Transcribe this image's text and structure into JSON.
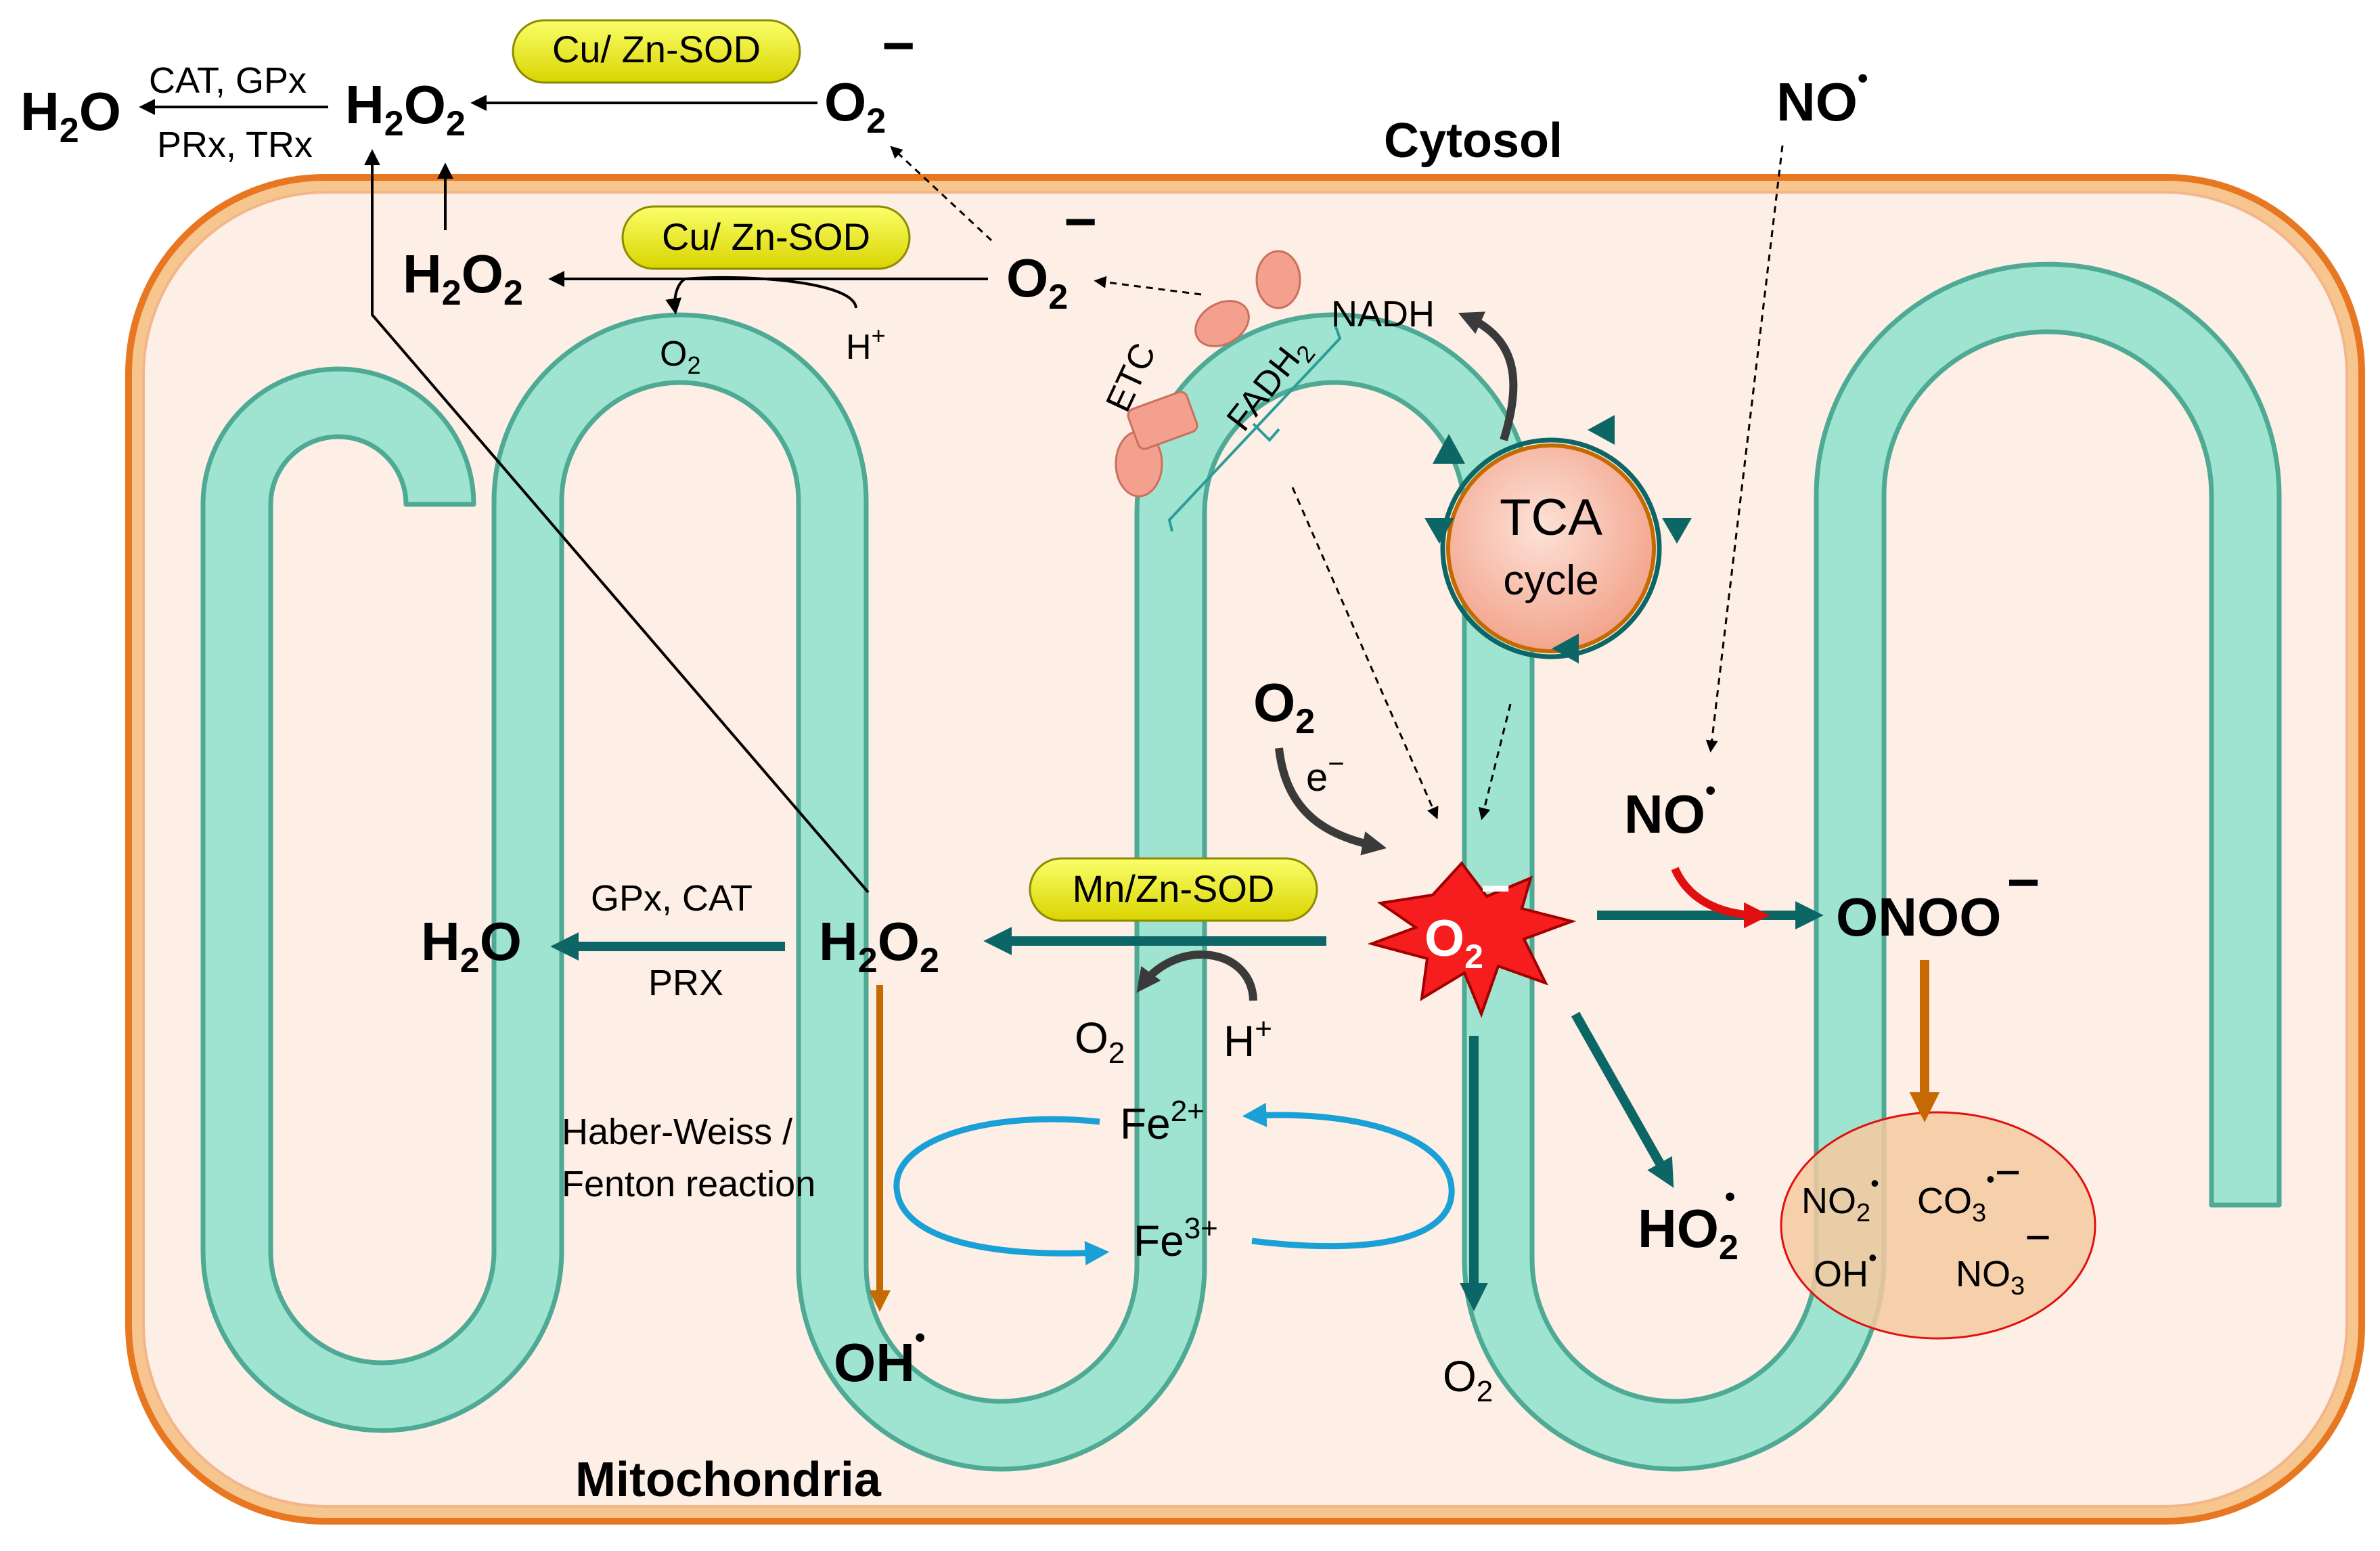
{
  "labels": {
    "cytosol": "Cytosol",
    "mitochondria": "Mitochondria",
    "etc": "ETC",
    "nadh": "NADH",
    "fadh2_base": "FADH",
    "fadh2_sub": "2",
    "tca_line1": "TCA",
    "tca_line2": "cycle",
    "haber_line1": "Haber-Weiss /",
    "haber_line2": "Fenton reaction"
  },
  "enzymes": {
    "cu_zn_sod_top": "Cu/ Zn-SOD",
    "cu_zn_sod_mid": "Cu/ Zn-SOD",
    "mn_zn_sod": "Mn/Zn-SOD",
    "cat_gpx": "CAT, GPx",
    "prx_trx": "PRx, TRx",
    "gpx_cat": "GPx, CAT",
    "prx": "PRX"
  },
  "chem": {
    "H": "H",
    "O": "O",
    "O2_base": "O",
    "sub2": "2",
    "sub3": "3",
    "minus": "−",
    "dot": "•",
    "h_plus_base": "H",
    "plus": "+",
    "e_base": "e",
    "e_sup": "−",
    "fe_base": "Fe",
    "fe2_sup": "2+",
    "fe3_sup": "3+",
    "no_base": "NO",
    "onoo_base": "ONOO",
    "oh_base": "OH",
    "ho_base": "HO",
    "co_base": "CO"
  },
  "colors": {
    "membrane_outer": "#e87722",
    "matrix_fill": "#fdeee6",
    "cristae_fill": "#9fe4d0",
    "cristae_stroke": "#4ea995",
    "etc_fill": "#f4a08f",
    "sod_fill": "#f3f000",
    "teal_arrow": "#0d6666",
    "brown_arrow": "#c46a00",
    "blue_arrow": "#19a0d6",
    "red_arrow": "#e01010",
    "star_fill": "#f51d1d",
    "tca_fill": "#f8b6a2",
    "product_ellipse": "#f4c9a0"
  }
}
